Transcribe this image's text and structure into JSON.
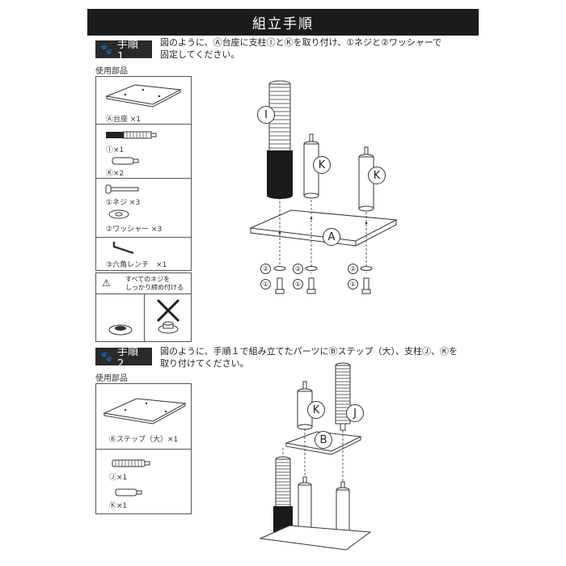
{
  "title": "組立手順",
  "step1": {
    "badge": "手順 1",
    "text_line1": "図のように、Ⓐ台座に支柱ⒾとⓀを取り付け、①ネジと②ワッシャーで",
    "text_line2": "固定してください。",
    "parts_label": "使用部品",
    "parts": {
      "base": "Ⓐ台座 ×1",
      "pole_i": "Ⓘ×1",
      "pole_k": "Ⓚ×2",
      "screw": "①ネジ ×3",
      "washer": "②ワッシャー ×3",
      "wrench": "③六角レンチ　×1"
    },
    "warning_line1": "すべてのネジを",
    "warning_line2": "しっかり締め付ける",
    "callouts": {
      "i": "I",
      "k1": "K",
      "k2": "K",
      "a": "A",
      "n2": "②",
      "n1": "①"
    }
  },
  "step2": {
    "badge": "手順 2",
    "text_line1": "図のように、手順１で組み立てたパーツにⒷステップ（大）、支柱Ⓙ、Ⓚを",
    "text_line2": "取り付けてください。",
    "parts_label": "使用部品",
    "parts": {
      "step": "Ⓑステップ（大）×1",
      "pole_j": "Ⓙ×1",
      "pole_k": "Ⓚ×1"
    },
    "callouts": {
      "k": "K",
      "j": "J",
      "b": "B"
    }
  }
}
